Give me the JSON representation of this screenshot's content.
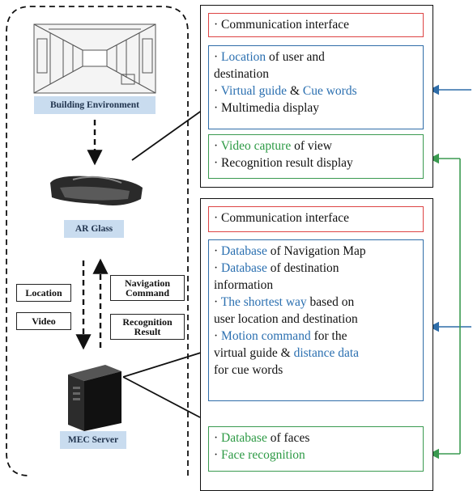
{
  "left": {
    "building_label": "Building Environment",
    "glass_label": "AR Glass",
    "server_label": "MEC Server",
    "location_label": "Location",
    "video_label": "Video",
    "nav_cmd_l1": "Navigation",
    "nav_cmd_l2": "Command",
    "recog_l1": "Recognition",
    "recog_l2": "Result"
  },
  "top_panel": {
    "comm": "· Communication interface",
    "blue": {
      "l1a": "· ",
      "l1b": "Location",
      "l1c": " of user and",
      "l2": "destination",
      "l3a": "· ",
      "l3b": "Virtual guide",
      "l3c": " & ",
      "l3d": "Cue words",
      "l4": "· Multimedia display"
    },
    "green": {
      "l1a": "· ",
      "l1b": "Video capture",
      "l1c": " of view",
      "l2": "· Recognition result display"
    }
  },
  "bottom_panel": {
    "comm": "· Communication interface",
    "blue": {
      "l1a": "· ",
      "l1b": "Database",
      "l1c": " of Navigation Map",
      "l2a": "· ",
      "l2b": "Database",
      "l2c": " of destination",
      "l3": "information",
      "l4a": "· ",
      "l4b": "The shortest way",
      "l4c": " based on",
      "l5": "user location and destination",
      "l6a": "· ",
      "l6b": "Motion command",
      "l6c": " for the",
      "l7a": "virtual guide & ",
      "l7b": "distance data",
      "l8": "for cue words"
    },
    "green": {
      "l1a": "· ",
      "l1b": "Database",
      "l1c": " of faces",
      "l2a": "· ",
      "l2b": "Face recognition"
    }
  },
  "colors": {
    "blue_text": "#2a6fb0",
    "green_text": "#2d9a45",
    "red_border": "#dd4444",
    "blue_border": "#2f6da8",
    "green_border": "#3a9a50",
    "label_fill": "#c9dcef"
  }
}
